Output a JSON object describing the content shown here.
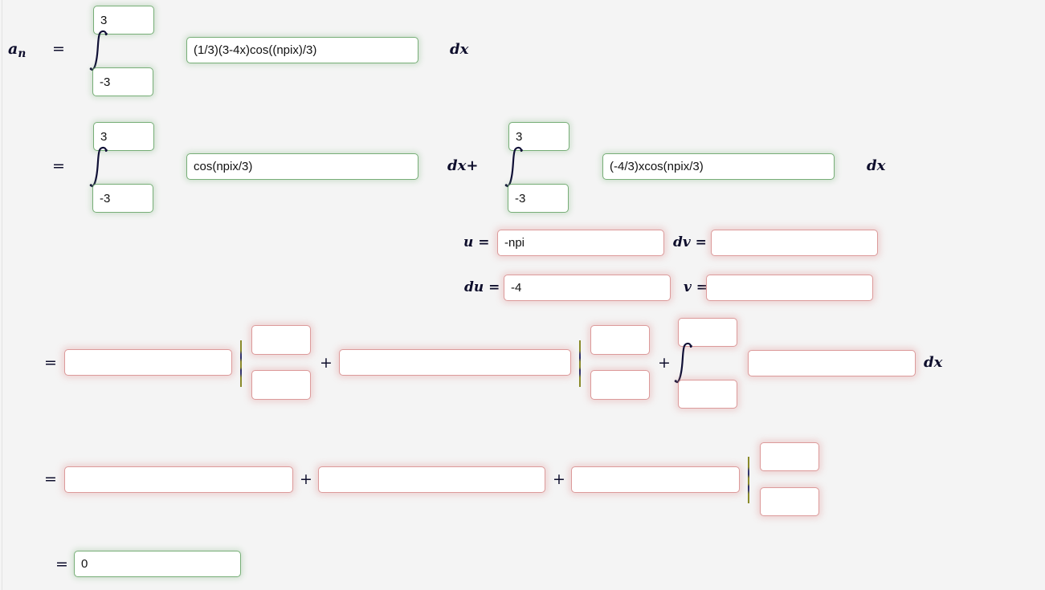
{
  "page": {
    "background_color": "#f4f4f4",
    "border_ok_color": "#77ae77",
    "border_error_color": "#dc9a9a",
    "eval_bar_color": "#8a8a2a",
    "text_color": "#0e0e2c"
  },
  "labels": {
    "a_n": "a",
    "a_n_sub": "n",
    "equals": "=",
    "plus": "+",
    "dx": "dx",
    "dx_plus": "dx+",
    "u": "u =",
    "dv": "dv =",
    "du": "du =",
    "v": "v =",
    "integral": "∫"
  },
  "row1": {
    "name": "a-n-definition",
    "upper_limit": "3",
    "lower_limit": "-3",
    "integrand": "(1/3)(3-4x)cos((npix)/3)",
    "differential": "dx"
  },
  "row2": {
    "name": "split-integrals",
    "left": {
      "upper_limit": "3",
      "lower_limit": "-3",
      "integrand": "cos(npix/3)",
      "differential": "dx+"
    },
    "right": {
      "upper_limit": "3",
      "lower_limit": "-3",
      "integrand": "(-4/3)xcos(npix/3)",
      "differential": "dx"
    }
  },
  "substitution": {
    "name": "integration-by-parts-substitution",
    "u_label": "u =",
    "u_value": "-npi",
    "dv_label": "dv =",
    "dv_value": "",
    "du_label": "du =",
    "du_value": "-4",
    "v_label": "v =",
    "v_value": ""
  },
  "row4": {
    "name": "by-parts-expansion",
    "term1_main": "",
    "term1_upper": "",
    "term1_lower": "",
    "term2_main": "",
    "term2_upper": "",
    "term2_lower": "",
    "integral_upper": "",
    "integral_lower": "",
    "integral_integrand": "",
    "differential": "dx"
  },
  "row5": {
    "name": "three-term-sum",
    "term1": "",
    "term2": "",
    "term3": "",
    "eval_upper": "",
    "eval_lower": ""
  },
  "row6": {
    "name": "final-answer",
    "value": "0"
  }
}
